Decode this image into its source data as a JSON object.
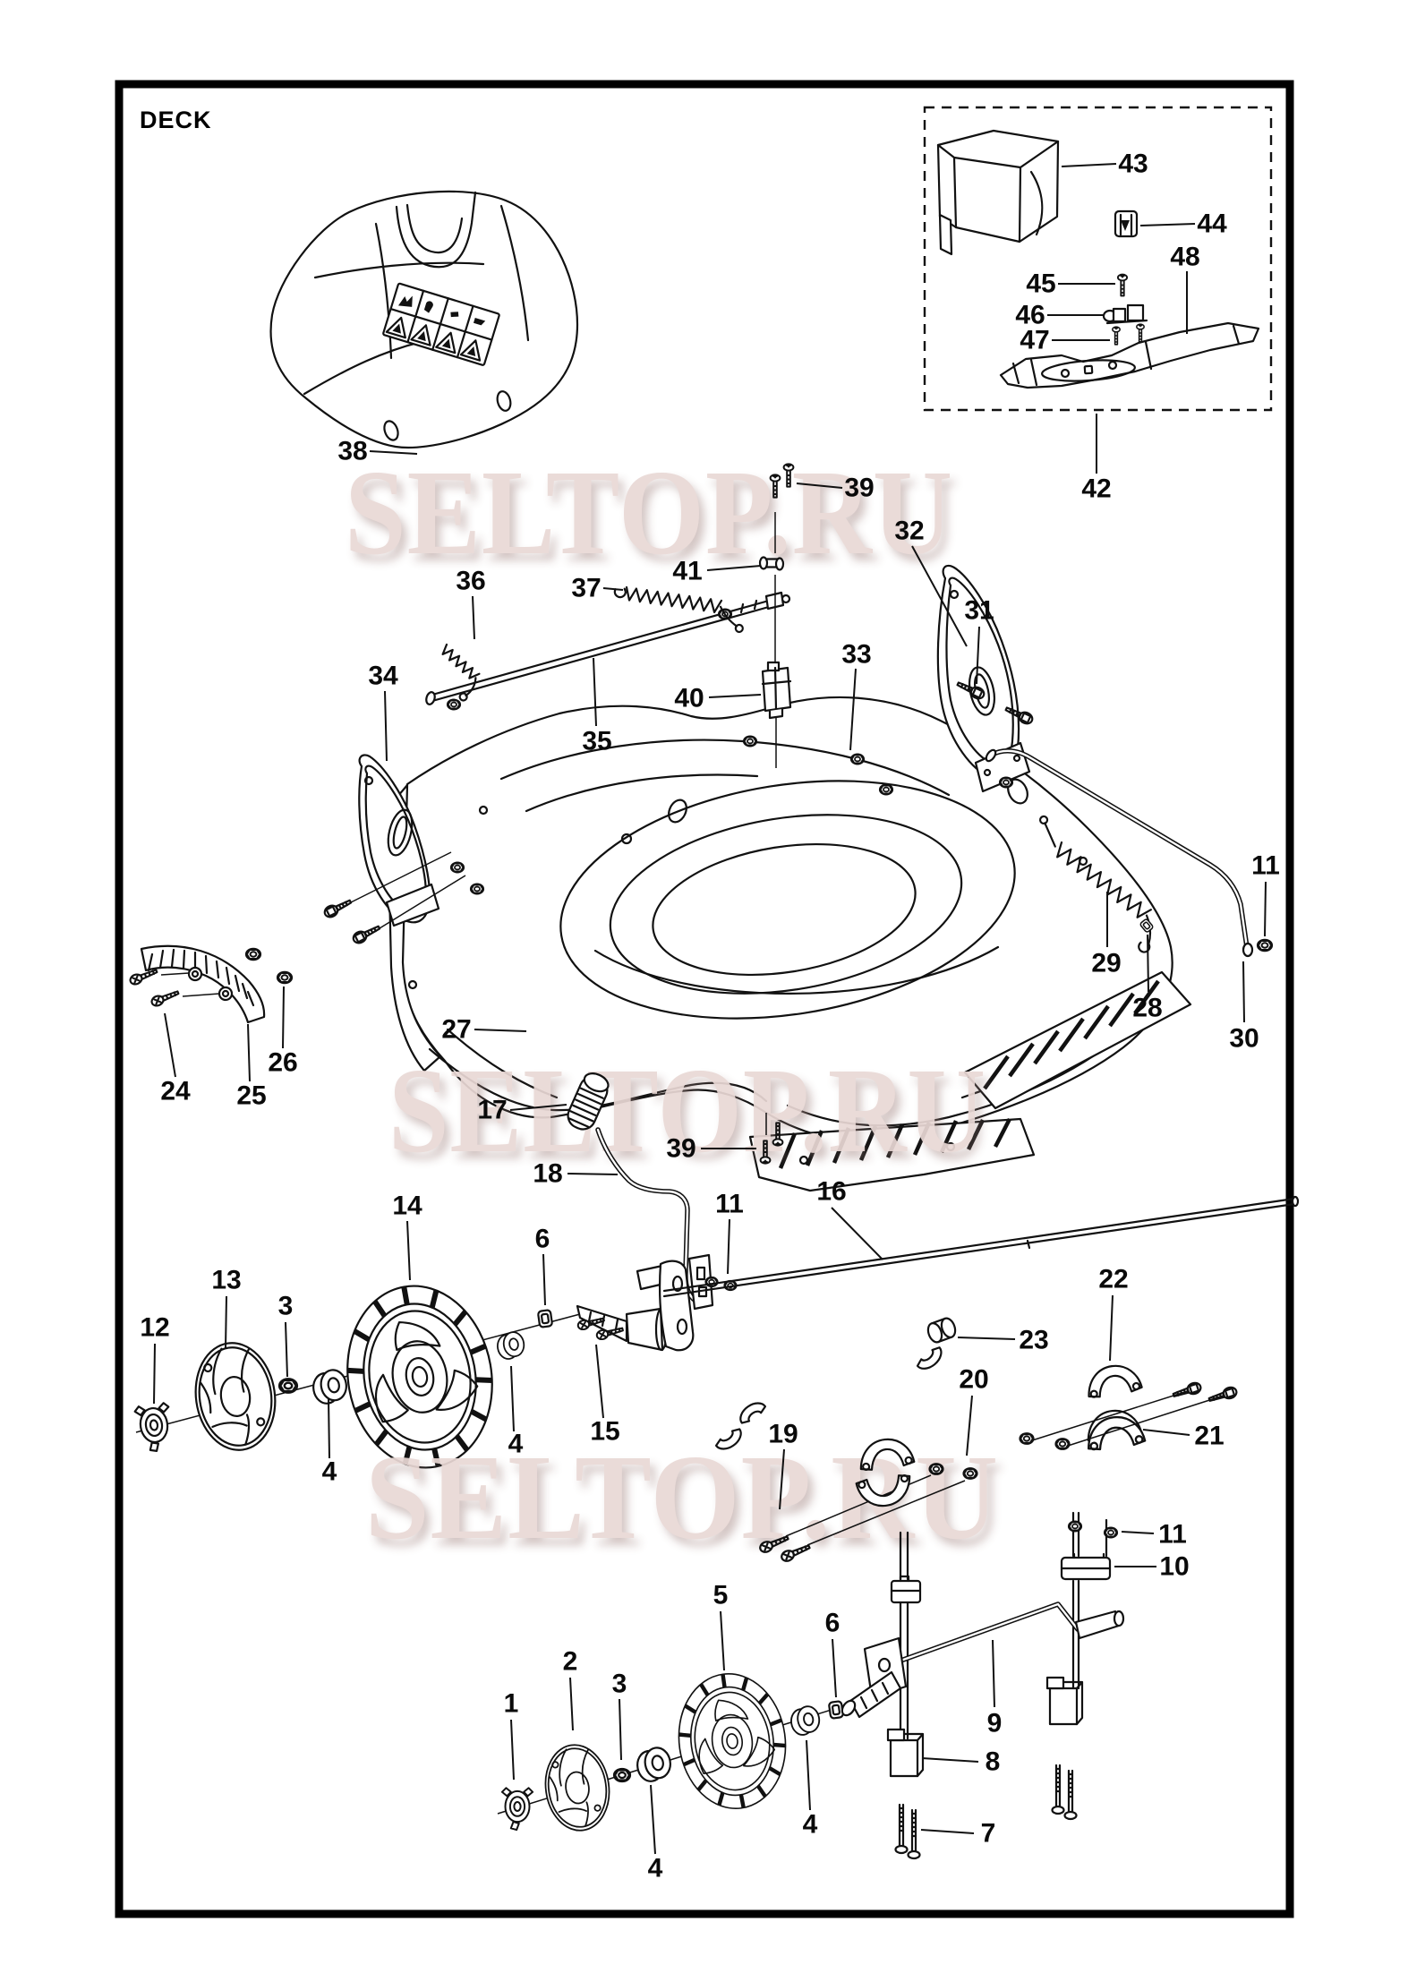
{
  "page": {
    "title": "DECK"
  },
  "watermark": {
    "text": "SELTOP.RU",
    "color": "#e9d8d5"
  },
  "callouts": [
    {
      "num": "38"
    },
    {
      "num": "43"
    },
    {
      "num": "44"
    },
    {
      "num": "45"
    },
    {
      "num": "46"
    },
    {
      "num": "47"
    },
    {
      "num": "48"
    },
    {
      "num": "42"
    },
    {
      "num": "39"
    },
    {
      "num": "41"
    },
    {
      "num": "40"
    },
    {
      "num": "32"
    },
    {
      "num": "31"
    },
    {
      "num": "33"
    },
    {
      "num": "36"
    },
    {
      "num": "37"
    },
    {
      "num": "35"
    },
    {
      "num": "34"
    },
    {
      "num": "27"
    },
    {
      "num": "17"
    },
    {
      "num": "18"
    },
    {
      "num": "39"
    },
    {
      "num": "14"
    },
    {
      "num": "6"
    },
    {
      "num": "11"
    },
    {
      "num": "16"
    },
    {
      "num": "15"
    },
    {
      "num": "4"
    },
    {
      "num": "12"
    },
    {
      "num": "13"
    },
    {
      "num": "3"
    },
    {
      "num": "4"
    },
    {
      "num": "24"
    },
    {
      "num": "25"
    },
    {
      "num": "26"
    },
    {
      "num": "29"
    },
    {
      "num": "28"
    },
    {
      "num": "30"
    },
    {
      "num": "11"
    },
    {
      "num": "22"
    },
    {
      "num": "23"
    },
    {
      "num": "20"
    },
    {
      "num": "21"
    },
    {
      "num": "19"
    },
    {
      "num": "11"
    },
    {
      "num": "10"
    },
    {
      "num": "9"
    },
    {
      "num": "8"
    },
    {
      "num": "7"
    },
    {
      "num": "6"
    },
    {
      "num": "5"
    },
    {
      "num": "1"
    },
    {
      "num": "2"
    },
    {
      "num": "3"
    },
    {
      "num": "4"
    },
    {
      "num": "4"
    }
  ]
}
